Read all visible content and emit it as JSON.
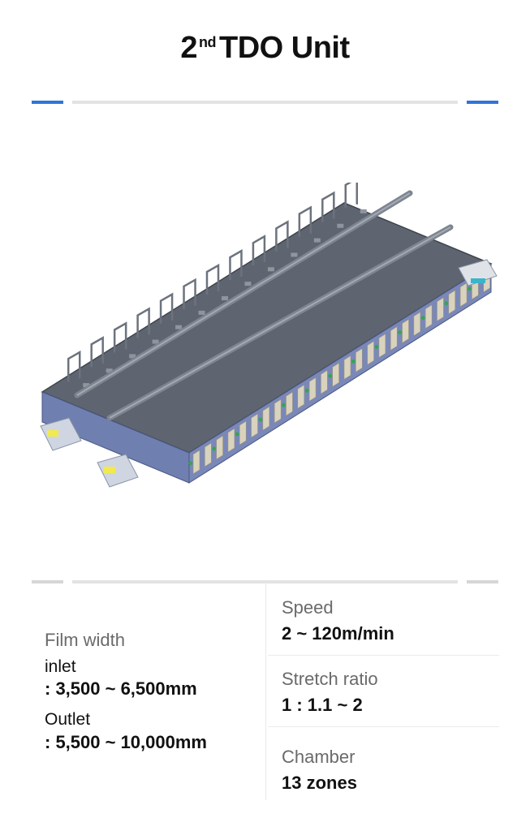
{
  "header": {
    "title_num": "2",
    "title_sup": "nd",
    "title_text": "TDO Unit"
  },
  "image": {
    "alt": "TDO unit machine illustration"
  },
  "specs": {
    "film_width": {
      "label": "Film width",
      "inlet_label": "inlet",
      "inlet_value": ": 3,500 ~ 6,500mm",
      "outlet_label": "Outlet",
      "outlet_value": ": 5,500 ~ 10,000mm"
    },
    "speed": {
      "label": "Speed",
      "value": "2 ~ 120m/min"
    },
    "stretch_ratio": {
      "label": "Stretch ratio",
      "value": "1 : 1.1 ~ 2"
    },
    "chamber": {
      "label": "Chamber",
      "value": "13 zones"
    }
  },
  "colors": {
    "accent": "#2f74d8",
    "divider": "#e3e3e3",
    "label_grey": "#6a6a6a",
    "machine_top": "#5e6570",
    "machine_side": "#6f7fb0",
    "panel": "#d9d2bd",
    "pipe": "#7d8590",
    "indicator_green": "#2fa84f"
  }
}
